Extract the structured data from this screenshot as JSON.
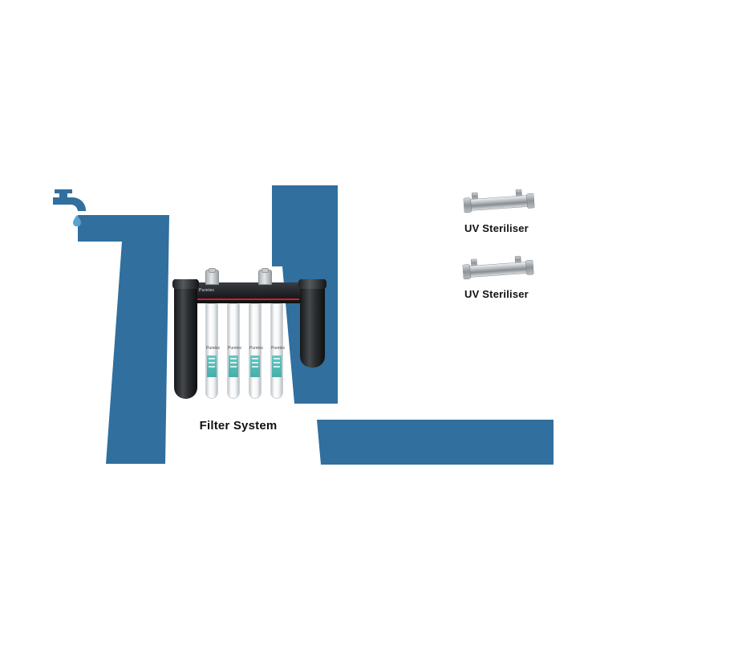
{
  "colors": {
    "accent_blue": "#306f9e",
    "label_text": "#111111",
    "bridge_red": "#cf1f2e",
    "cartridge_teal": "#56bdb8",
    "background": "#ffffff"
  },
  "icons": {
    "faucet": "faucet-icon",
    "water_drop": "water-drop-icon"
  },
  "filter_system": {
    "brand": "Puretec",
    "cartridge_brand": "Puretec",
    "label": "Filter System"
  },
  "uv_units": [
    {
      "label": "UV Steriliser"
    },
    {
      "label": "UV Steriliser"
    }
  ]
}
